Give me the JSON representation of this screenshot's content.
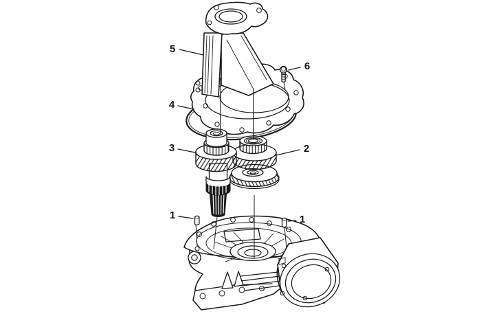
{
  "figure": {
    "kind": "exploded-parts-diagram",
    "colors": {
      "line": "#1a1a1a",
      "background": "#ffffff",
      "label_text": "#141414"
    },
    "callouts": [
      {
        "id": "5",
        "label": "5"
      },
      {
        "id": "4",
        "label": "4"
      },
      {
        "id": "3",
        "label": "3"
      },
      {
        "id": "2",
        "label": "2"
      },
      {
        "id": "6",
        "label": "6"
      },
      {
        "id": "1-left",
        "label": "1"
      },
      {
        "id": "1-right",
        "label": "1"
      }
    ]
  }
}
